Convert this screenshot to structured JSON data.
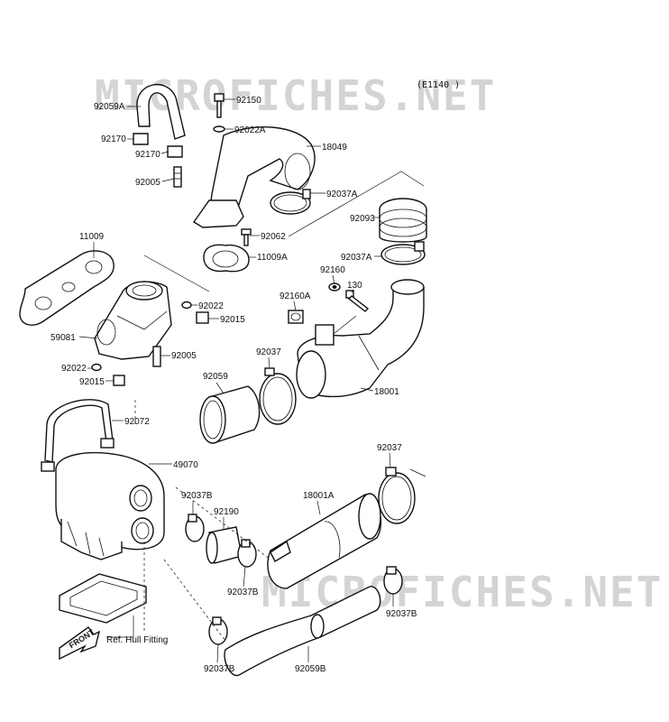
{
  "diagram_code": "(E1140 )",
  "watermarks": [
    "MICROFICHES.NET",
    "MICROFICHES.NET"
  ],
  "labels": {
    "p92059A": "92059A",
    "p92150": "92150",
    "p92022A": "92022A",
    "p18049": "18049",
    "p92170_1": "92170",
    "p92170_2": "92170",
    "p92005_1": "92005",
    "p92037A_1": "92037A",
    "p92093": "92093",
    "p92062": "92062",
    "p11009": "11009",
    "p11009A": "11009A",
    "p92037A_2": "92037A",
    "p92160": "92160",
    "p92160A": "92160A",
    "p130": "130",
    "p92022": "92022",
    "p92015_1": "92015",
    "p59081": "59081",
    "p92005_2": "92005",
    "p92022_2": "92022",
    "p92015_2": "92015",
    "p92037_1": "92037",
    "p92059": "92059",
    "p18001": "18001",
    "p92072": "92072",
    "p49070": "49070",
    "p92037_2": "92037",
    "p92037B_1": "92037B",
    "p92190": "92190",
    "p18001A": "18001A",
    "p92037B_2": "92037B",
    "p92037B_3": "92037B",
    "p92037B_4": "92037B",
    "p92059B": "92059B",
    "ref_hull": "Ref. Hull Fitting",
    "front": "FRONT"
  }
}
